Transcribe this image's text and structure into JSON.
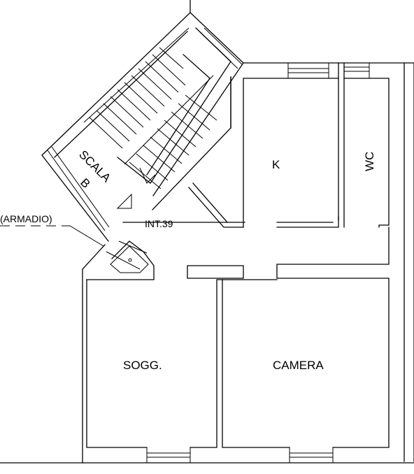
{
  "rooms": {
    "stair": {
      "line1": "SCALA",
      "line2": "B"
    },
    "kitchen": "K",
    "wc": "WC",
    "living": "SOGG.",
    "bedroom": "CAMERA"
  },
  "unit_label": "INT.39",
  "closet_label": "(ARMADIO)"
}
